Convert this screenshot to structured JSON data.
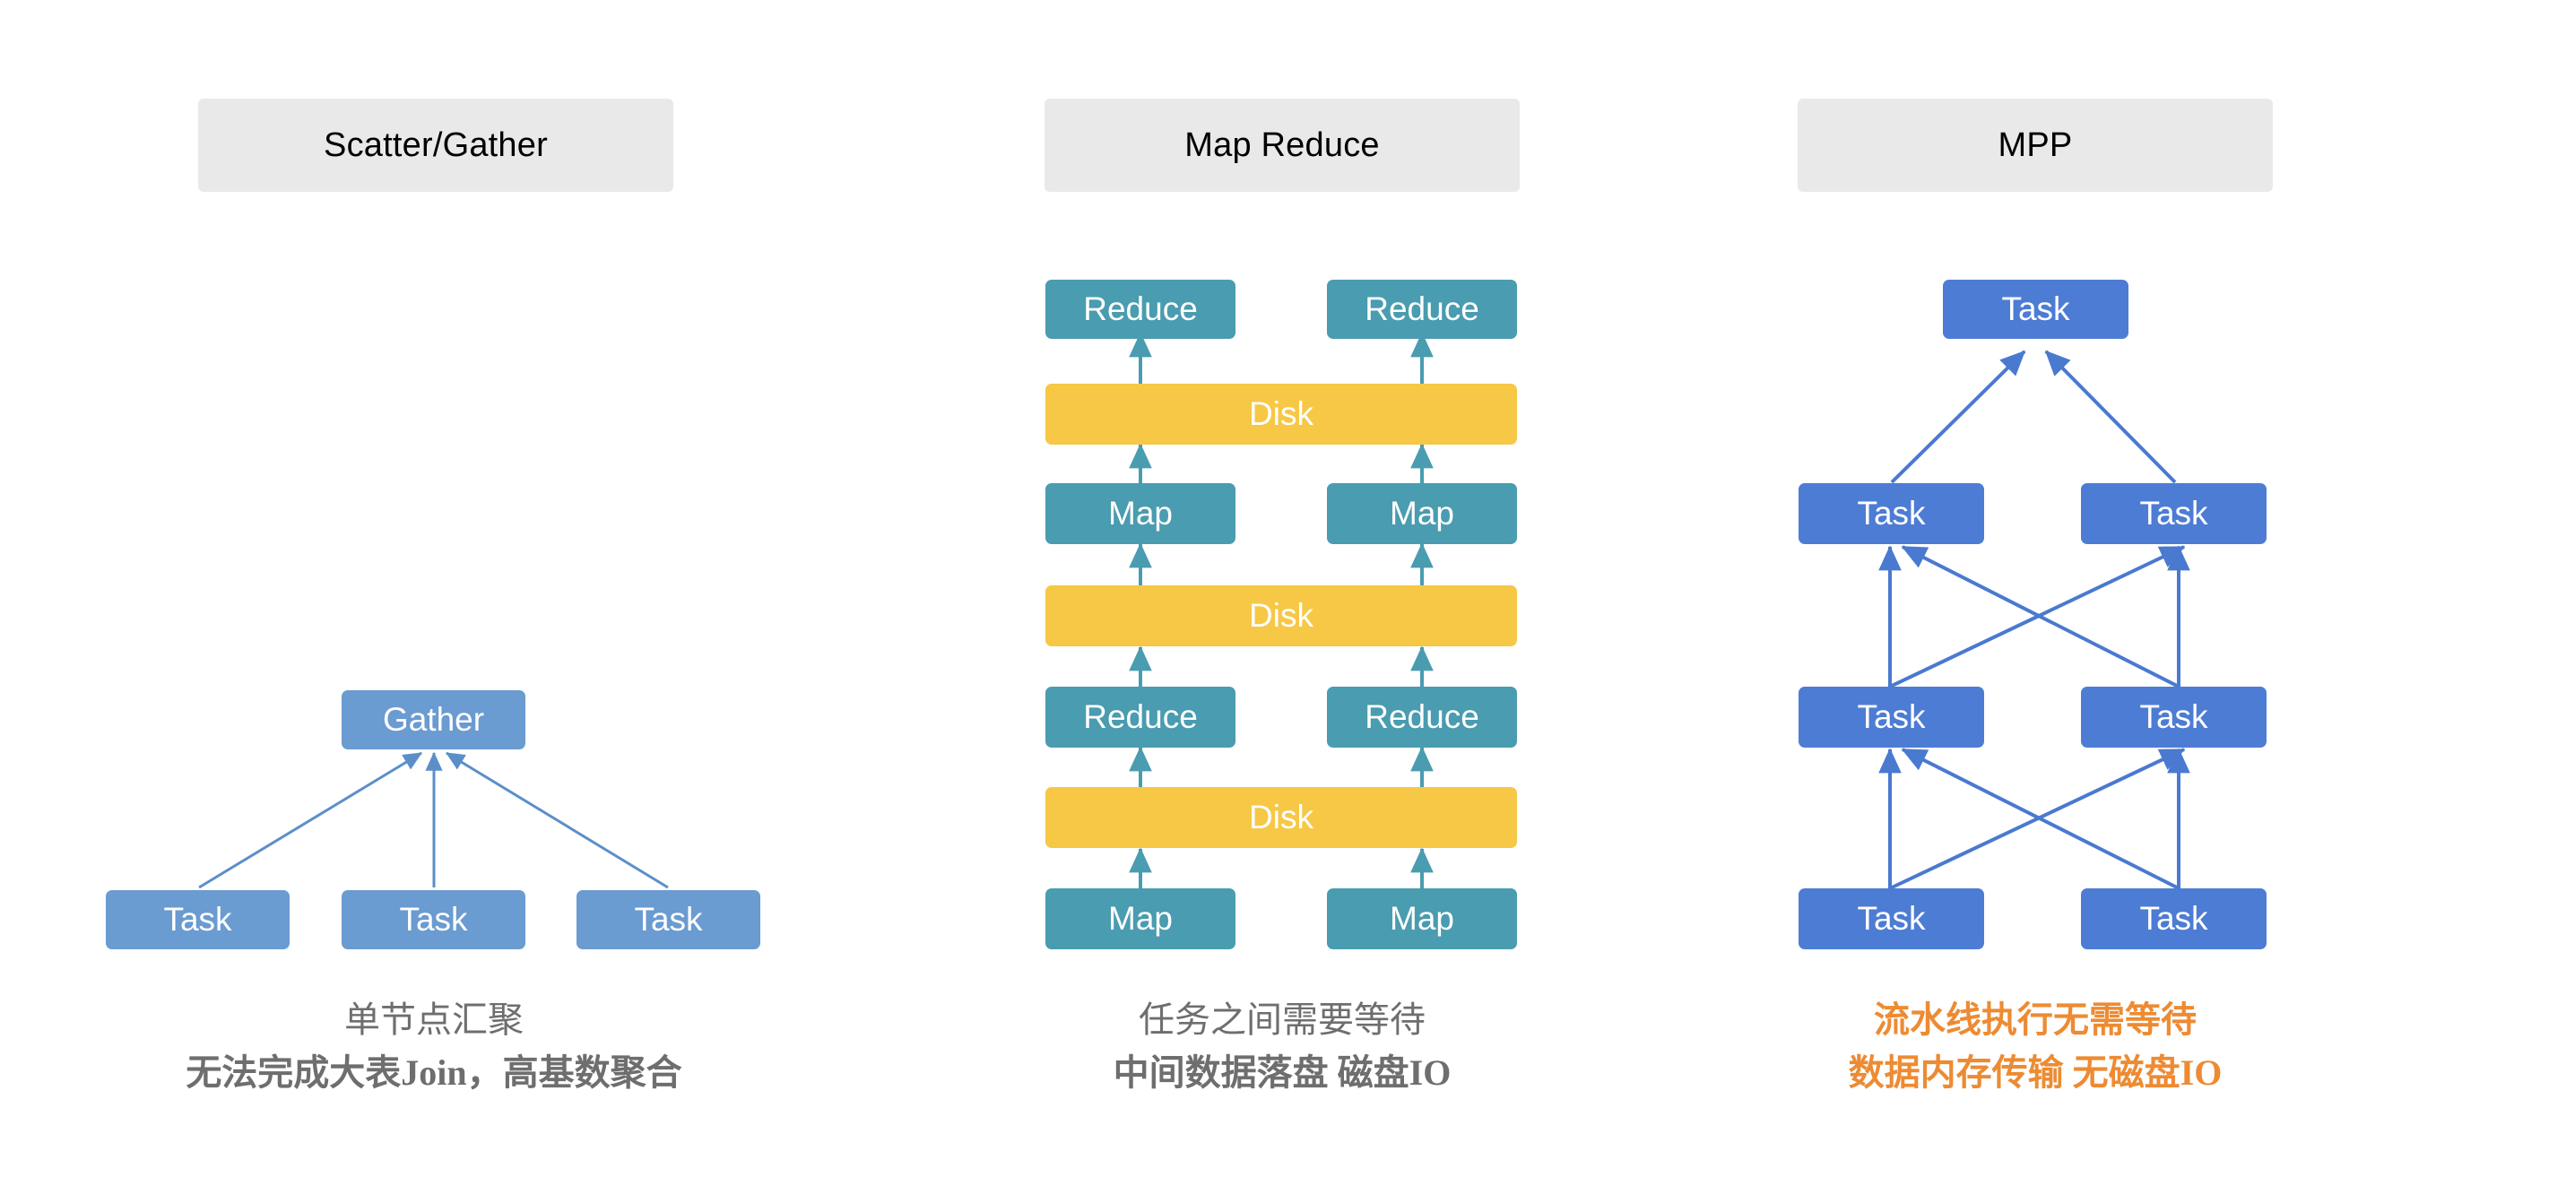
{
  "panels": [
    {
      "id": "scatter-gather",
      "header": "Scatter/Gather",
      "nodes": [
        {
          "label": "Gather",
          "style": "blue-soft"
        },
        {
          "label": "Task",
          "style": "blue-soft"
        },
        {
          "label": "Task",
          "style": "blue-soft"
        },
        {
          "label": "Task",
          "style": "blue-soft"
        }
      ],
      "caption_lines": [
        {
          "text": "单节点汇聚",
          "bold": false
        },
        {
          "text": "无法完成大表Join，高基数聚合",
          "bold": true
        }
      ],
      "caption_color": "#6e6e6e"
    },
    {
      "id": "map-reduce",
      "header": "Map Reduce",
      "nodes": [
        {
          "label": "Reduce",
          "style": "teal"
        },
        {
          "label": "Reduce",
          "style": "teal"
        },
        {
          "label": "Disk",
          "style": "yellow"
        },
        {
          "label": "Map",
          "style": "teal"
        },
        {
          "label": "Map",
          "style": "teal"
        },
        {
          "label": "Disk",
          "style": "yellow"
        },
        {
          "label": "Reduce",
          "style": "teal"
        },
        {
          "label": "Reduce",
          "style": "teal"
        },
        {
          "label": "Disk",
          "style": "yellow"
        },
        {
          "label": "Map",
          "style": "teal"
        },
        {
          "label": "Map",
          "style": "teal"
        }
      ],
      "caption_lines": [
        {
          "text": "任务之间需要等待",
          "bold": false
        },
        {
          "text": "中间数据落盘 磁盘IO",
          "bold": true
        }
      ],
      "caption_color": "#6e6e6e"
    },
    {
      "id": "mpp",
      "header": "MPP",
      "nodes": [
        {
          "label": "Task",
          "style": "blue-mpp"
        },
        {
          "label": "Task",
          "style": "blue-mpp"
        },
        {
          "label": "Task",
          "style": "blue-mpp"
        },
        {
          "label": "Task",
          "style": "blue-mpp"
        },
        {
          "label": "Task",
          "style": "blue-mpp"
        },
        {
          "label": "Task",
          "style": "blue-mpp"
        },
        {
          "label": "Task",
          "style": "blue-mpp"
        }
      ],
      "caption_lines": [
        {
          "text": "流水线执行无需等待",
          "bold": true
        },
        {
          "text": "数据内存传输 无磁盘IO",
          "bold": true
        }
      ],
      "caption_color": "#ed8b33"
    }
  ],
  "colors": {
    "header_bg": "#e9e9e9",
    "blue_soft": "#6a9bd1",
    "blue_mpp": "#4d7cd4",
    "teal": "#4a9cb0",
    "yellow": "#f6c846",
    "arrow_blue_soft": "#5b8fc9",
    "arrow_blue_mpp": "#4a79d0",
    "arrow_teal": "#4a9cb0",
    "caption_gray": "#6e6e6e",
    "caption_orange": "#ed8b33",
    "background": "#ffffff"
  }
}
